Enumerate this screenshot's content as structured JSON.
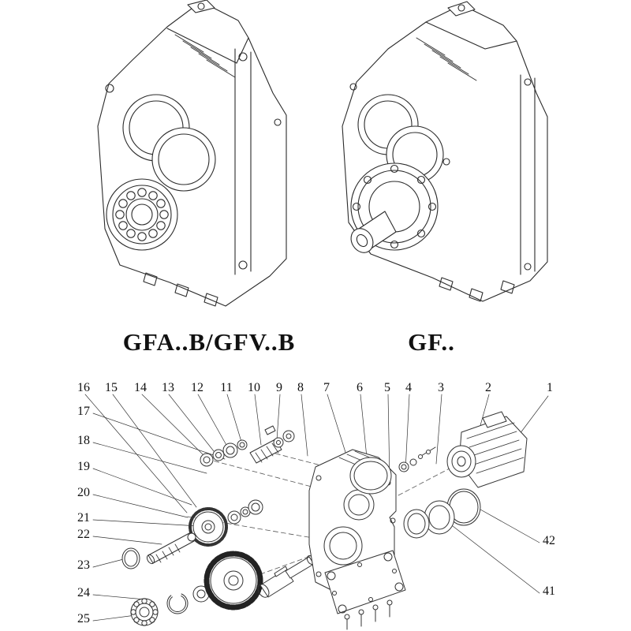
{
  "colors": {
    "ink": "#2b2b2b",
    "background": "#ffffff"
  },
  "titles": {
    "left_model": "GFA..B/GFV..B",
    "right_model": "GF.."
  },
  "exploded": {
    "callouts": {
      "1": "1",
      "2": "2",
      "3": "3",
      "4": "4",
      "5": "5",
      "6": "6",
      "7": "7",
      "8": "8",
      "9": "9",
      "10": "10",
      "11": "11",
      "12": "12",
      "13": "13",
      "14": "14",
      "15": "15",
      "16": "16",
      "17": "17",
      "18": "18",
      "19": "19",
      "20": "20",
      "21": "21",
      "22": "22",
      "23": "23",
      "24": "24",
      "25": "25",
      "41": "41",
      "42": "42"
    }
  }
}
